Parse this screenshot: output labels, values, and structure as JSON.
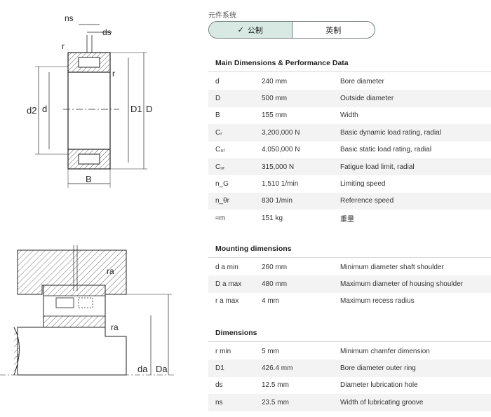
{
  "unit_system_label": "元件系统",
  "toggle": {
    "metric": "公制",
    "imperial": "英制",
    "check_icon": "check-icon"
  },
  "drawing_labels": {
    "ns": "ns",
    "ds": "ds",
    "r": "r",
    "d2": "d2",
    "d": "d",
    "D1": "D1",
    "D": "D",
    "B": "B",
    "ra": "ra",
    "da": "da",
    "Da": "Da"
  },
  "sections": [
    {
      "title": "Main Dimensions & Performance Data",
      "rows": [
        {
          "sym": "d",
          "val": "240 mm",
          "desc": "Bore diameter"
        },
        {
          "sym": "D",
          "val": "500 mm",
          "desc": "Outside diameter"
        },
        {
          "sym": "B",
          "val": "155 mm",
          "desc": "Width"
        },
        {
          "sym": "Cᵣ",
          "val": "3,200,000 N",
          "desc": "Basic dynamic load rating, radial"
        },
        {
          "sym": "C₀ᵣ",
          "val": "4,050,000 N",
          "desc": "Basic static load rating, radial"
        },
        {
          "sym": "Cᵤᵣ",
          "val": "315,000 N",
          "desc": "Fatigue load limit, radial"
        },
        {
          "sym": "n_G",
          "val": "1,510 1/min",
          "desc": "Limiting speed"
        },
        {
          "sym": "n_θr",
          "val": "830 1/min",
          "desc": "Reference speed"
        },
        {
          "sym": "≈m",
          "val": "151 kg",
          "desc": "重量"
        }
      ]
    },
    {
      "title": "Mounting dimensions",
      "rows": [
        {
          "sym": "d a min",
          "val": "260 mm",
          "desc": "Minimum diameter shaft shoulder"
        },
        {
          "sym": "D a max",
          "val": "480 mm",
          "desc": "Maximum diameter of housing shoulder"
        },
        {
          "sym": "r a max",
          "val": "4 mm",
          "desc": "Maximum recess radius"
        }
      ]
    },
    {
      "title": "Dimensions",
      "rows": [
        {
          "sym": "r min",
          "val": "5 mm",
          "desc": "Minimum chamfer dimension"
        },
        {
          "sym": "D1",
          "val": "426.4 mm",
          "desc": "Bore diameter outer ring"
        },
        {
          "sym": "ds",
          "val": "12.5 mm",
          "desc": "Diameter lubrication hole"
        },
        {
          "sym": "ns",
          "val": "23.5 mm",
          "desc": "Width of lubricating groove"
        }
      ]
    }
  ]
}
